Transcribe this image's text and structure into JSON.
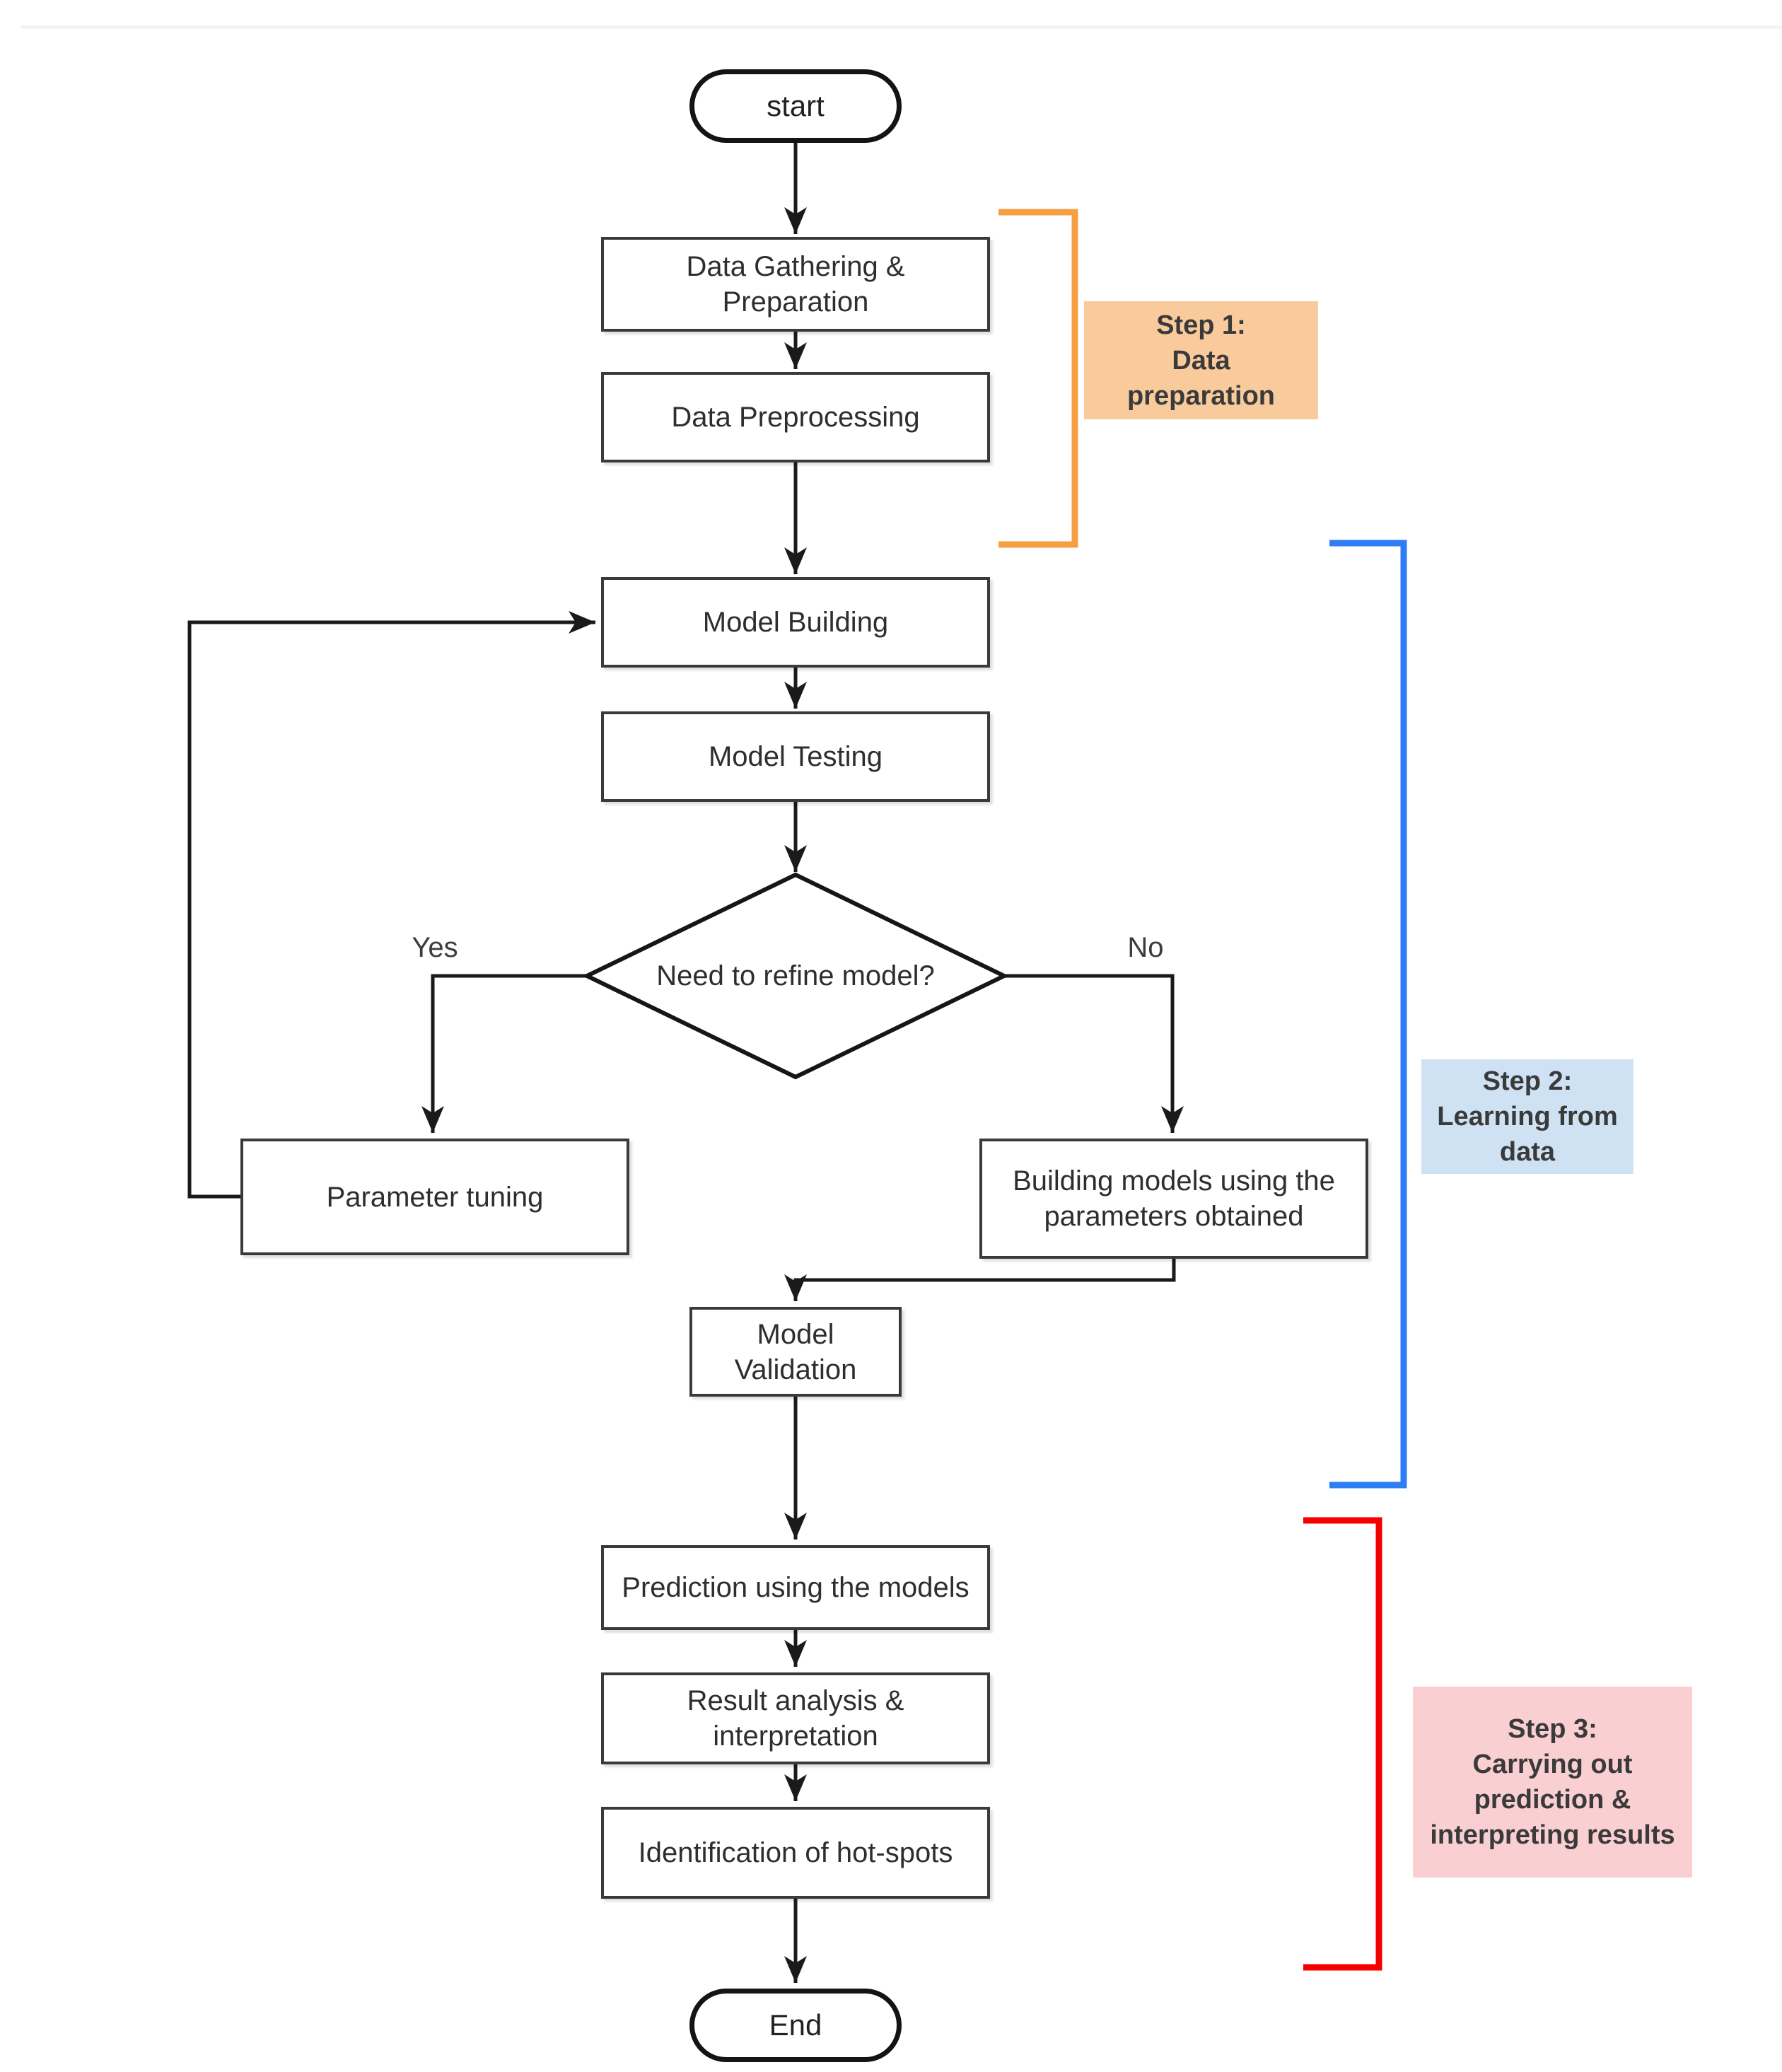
{
  "diagram": {
    "nodes": {
      "start": "start",
      "data_gathering": "Data Gathering & Preparation",
      "data_preprocessing": "Data Preprocessing",
      "model_building": "Model Building",
      "model_testing": "Model Testing",
      "decision": "Need to refine model?",
      "parameter_tuning": "Parameter tuning",
      "building_models": "Building models using the parameters obtained",
      "model_validation": "Model Validation",
      "prediction": "Prediction using the models",
      "result_analysis": "Result analysis & interpretation",
      "identification": "Identification of hot-spots",
      "end": "End"
    },
    "edge_labels": {
      "yes": "Yes",
      "no": "No"
    },
    "steps": {
      "step1": {
        "lines": [
          "Step 1:",
          "Data",
          "preparation"
        ],
        "bg": "#F9CB9C",
        "bracket": "#F59E42"
      },
      "step2": {
        "lines": [
          "Step 2:",
          "Learning from",
          "data"
        ],
        "bg": "#CFE2F3",
        "bracket": "#2E7DF5"
      },
      "step3": {
        "lines": [
          "Step 3:",
          "Carrying out",
          "prediction &",
          "interpreting results"
        ],
        "bg": "#F9CFD2",
        "bracket": "#F50000"
      }
    },
    "colors": {
      "line": "#1a1a1a",
      "box_border": "#3a3a3a",
      "text": "#2e2e2e",
      "background": "#ffffff"
    }
  }
}
